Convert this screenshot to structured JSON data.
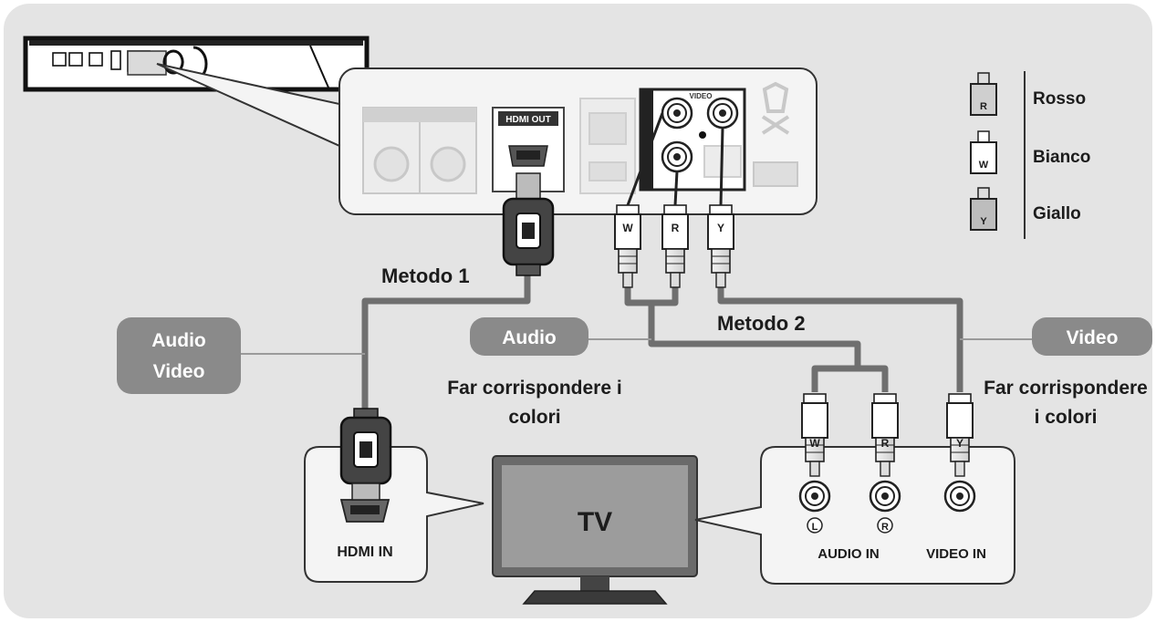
{
  "legend": {
    "items": [
      {
        "letter": "R",
        "label": "Rosso"
      },
      {
        "letter": "W",
        "label": "Bianco"
      },
      {
        "letter": "Y",
        "label": "Giallo"
      }
    ]
  },
  "labels": {
    "method1": "Metodo 1",
    "method2": "Metodo 2",
    "match_colors_audio_line1": "Far corrispondere i",
    "match_colors_audio_line2": "colori",
    "match_colors_video_line1": "Far corrispondere",
    "match_colors_video_line2": "i colori"
  },
  "tags": {
    "audio_video_line1": "Audio",
    "audio_video_line2": "Video",
    "audio": "Audio",
    "video": "Video"
  },
  "tv": {
    "screen_label": "TV",
    "hdmi_in": "HDMI IN",
    "audio_in": "AUDIO IN",
    "video_in": "VIDEO IN",
    "jack_left": "L",
    "jack_right": "R"
  },
  "player": {
    "hdmi_out": "HDMI OUT",
    "video": "VIDEO"
  },
  "plugs": {
    "white": "W",
    "red": "R",
    "yellow": "Y"
  },
  "colors": {
    "background": "#e4e4e4",
    "tag_fill": "#8a8a8a",
    "cable": "#6f6f6f",
    "panel": "#f4f4f4"
  }
}
